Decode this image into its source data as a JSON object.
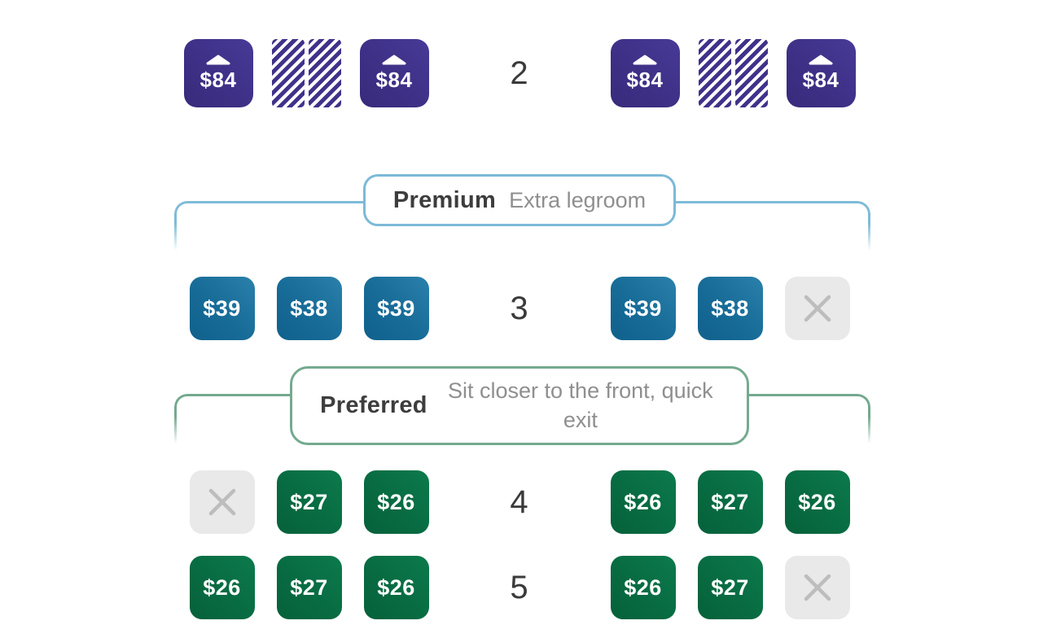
{
  "colors": {
    "upfront_seat": "#3e3086",
    "premium_seat": "#176b97",
    "preferred_seat": "#086b42",
    "unavailable_bg": "#e9e9e9",
    "unavailable_x": "#bdbdbd",
    "premium_accent": "#7cb9d8",
    "preferred_accent": "#74aa8f"
  },
  "sections": {
    "premium": {
      "title": "Premium",
      "subtitle": "Extra legroom"
    },
    "preferred": {
      "title": "Preferred",
      "subtitle": "Sit closer to the front, quick exit"
    }
  },
  "rows": [
    {
      "number": "2",
      "tier": "upfront",
      "left": [
        {
          "state": "available",
          "price": "$84",
          "arrow": "up"
        },
        {
          "state": "blocked"
        },
        {
          "state": "available",
          "price": "$84",
          "arrow": "up"
        }
      ],
      "right": [
        {
          "state": "available",
          "price": "$84",
          "arrow": "up"
        },
        {
          "state": "blocked"
        },
        {
          "state": "available",
          "price": "$84",
          "arrow": "up"
        }
      ]
    },
    {
      "number": "3",
      "tier": "premium",
      "left": [
        {
          "state": "available",
          "price": "$39"
        },
        {
          "state": "available",
          "price": "$38"
        },
        {
          "state": "available",
          "price": "$39"
        }
      ],
      "right": [
        {
          "state": "available",
          "price": "$39"
        },
        {
          "state": "available",
          "price": "$38"
        },
        {
          "state": "unavailable"
        }
      ]
    },
    {
      "number": "4",
      "tier": "preferred",
      "left": [
        {
          "state": "unavailable"
        },
        {
          "state": "available",
          "price": "$27"
        },
        {
          "state": "available",
          "price": "$26"
        }
      ],
      "right": [
        {
          "state": "available",
          "price": "$26"
        },
        {
          "state": "available",
          "price": "$27"
        },
        {
          "state": "available",
          "price": "$26"
        }
      ]
    },
    {
      "number": "5",
      "tier": "preferred",
      "left": [
        {
          "state": "available",
          "price": "$26"
        },
        {
          "state": "available",
          "price": "$27"
        },
        {
          "state": "available",
          "price": "$26"
        }
      ],
      "right": [
        {
          "state": "available",
          "price": "$26"
        },
        {
          "state": "available",
          "price": "$27"
        },
        {
          "state": "unavailable"
        }
      ]
    }
  ]
}
